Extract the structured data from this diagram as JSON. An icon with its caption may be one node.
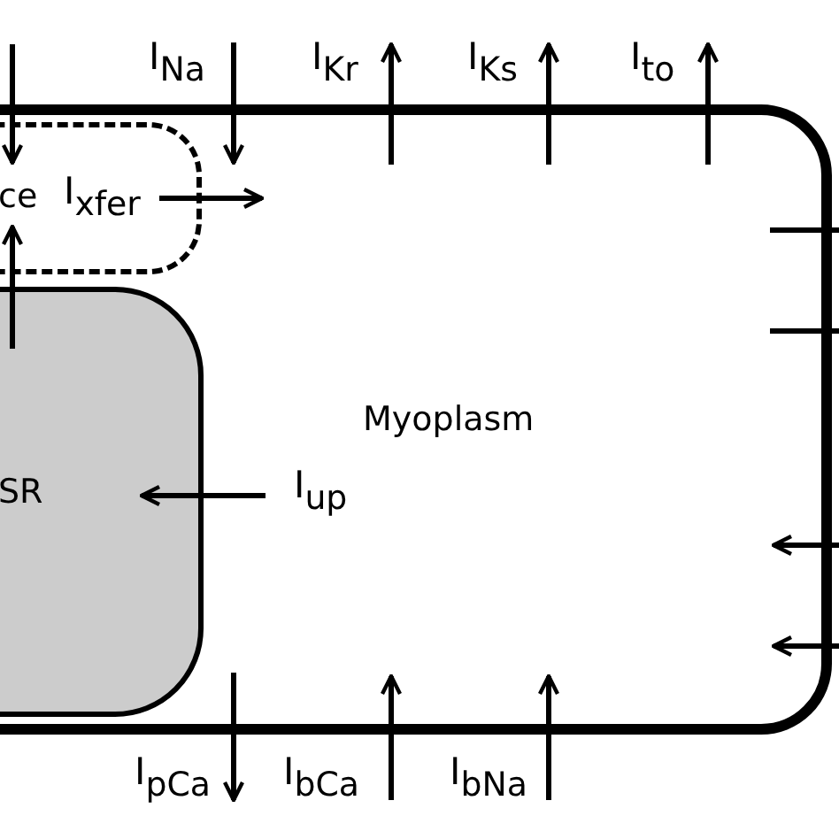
{
  "diagram": {
    "nodes": [
      {
        "text": [
          "Myoplasm"
        ]
      },
      {
        "text": [
          "ce"
        ],
        "in": 0
      },
      {
        "text": [
          "SR"
        ],
        "in": 0
      }
    ],
    "edges": [
      {
        "from": 2,
        "to": 1,
        "arrow": "to"
      }
    ],
    "labels": [
      "I$_{Na}$",
      "I$_{Kr}$",
      "I$_{Ks}$",
      "I$_{to}$",
      "I$_{xfer}$",
      "I$_{up}$",
      "I$_{pCa}$",
      "I$_{bCa}$",
      "I$_{bNa}$"
    ]
  }
}
